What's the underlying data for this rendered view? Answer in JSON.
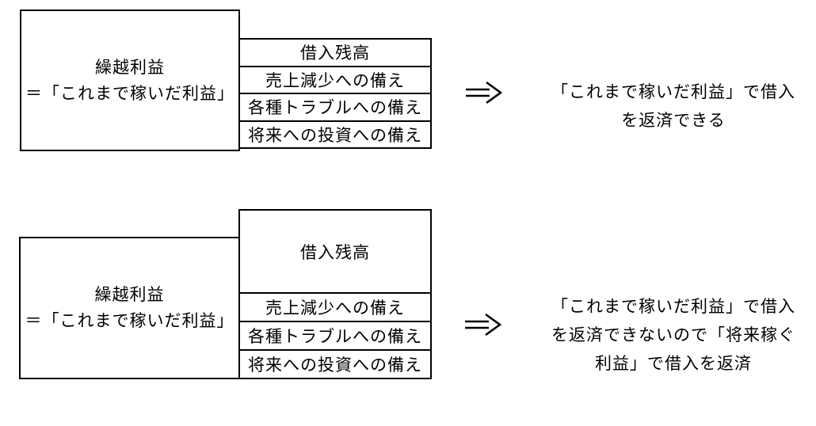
{
  "colors": {
    "background": "#ffffff",
    "line": "#000000",
    "text": "#000000"
  },
  "icons": {
    "arrow": "double-arrow-right"
  },
  "diagram_top": {
    "left_box": {
      "line1": "繰越利益",
      "line2": "＝「これまで稼いだ利益」"
    },
    "right_column": {
      "rows": [
        "借入残高",
        "売上減少への備え",
        "各種トラブルへの備え",
        "将来への投資への備え"
      ]
    },
    "result_lines": [
      "「これまで稼いだ利益」で借入",
      "を返済できる"
    ]
  },
  "diagram_bottom": {
    "left_box": {
      "line1": "繰越利益",
      "line2": "＝「これまで稼いだ利益」"
    },
    "right_column": {
      "rows": [
        "借入残高",
        "売上減少への備え",
        "各種トラブルへの備え",
        "将来への投資への備え"
      ]
    },
    "result_lines": [
      "「これまで稼いだ利益」で借入",
      "を返済できないので「将来稼ぐ",
      "利益」で借入を返済"
    ]
  }
}
